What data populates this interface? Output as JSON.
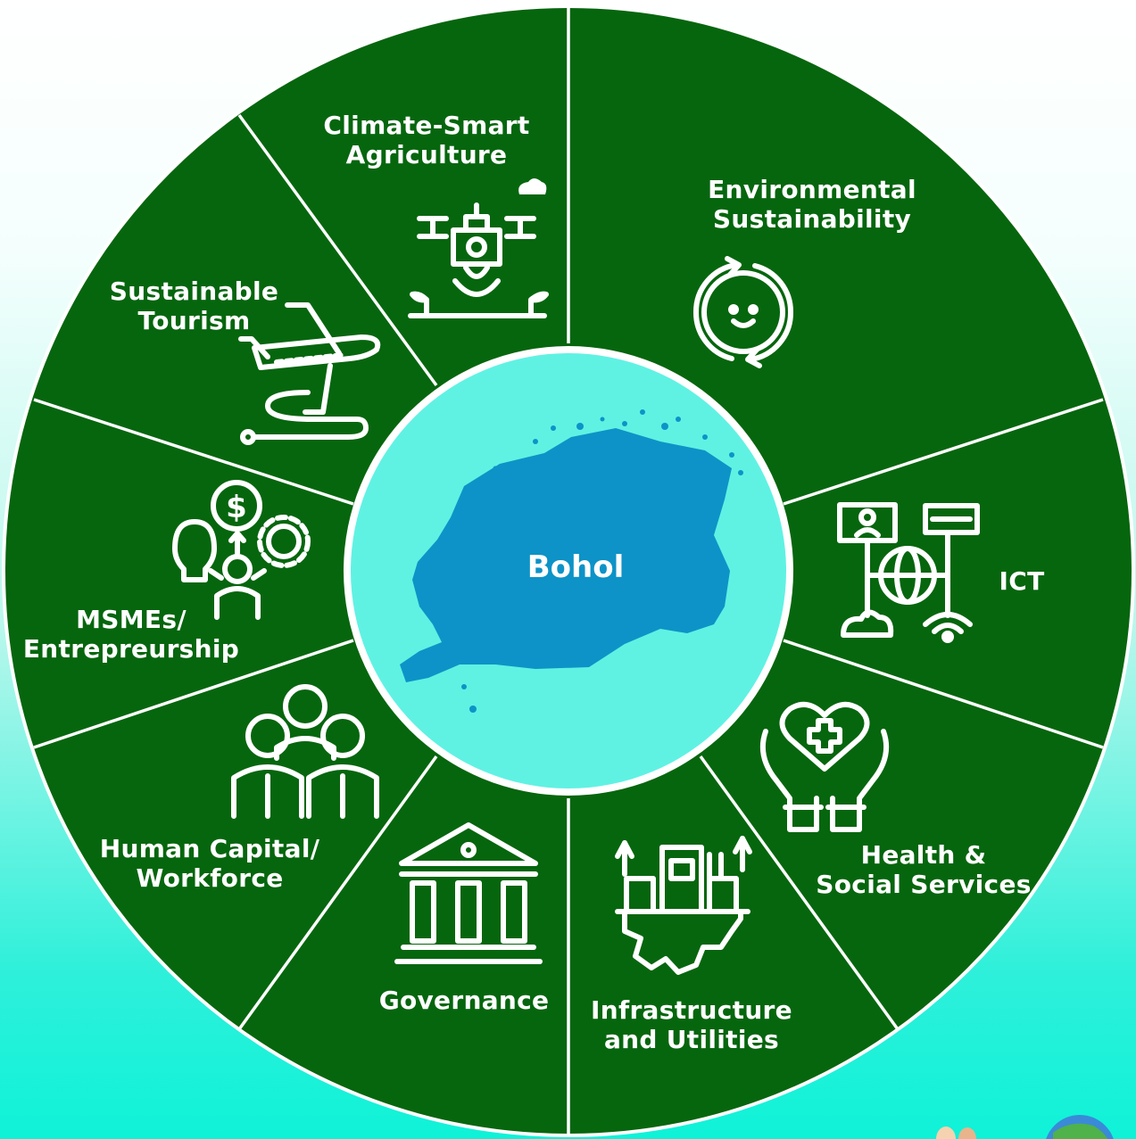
{
  "center": {
    "title": "Bohol"
  },
  "segments": [
    {
      "id": "climate",
      "lines": [
        "Climate-Smart",
        "Agriculture"
      ],
      "icon": "drone-agriculture-icon"
    },
    {
      "id": "environment",
      "lines": [
        "Environmental",
        "Sustainability"
      ],
      "icon": "earth-cycle-icon"
    },
    {
      "id": "ict",
      "lines": [
        "ICT"
      ],
      "icon": "network-globe-icon"
    },
    {
      "id": "health",
      "lines": [
        "Health &",
        "Social Services"
      ],
      "icon": "hands-heart-icon"
    },
    {
      "id": "infrastructure",
      "lines": [
        "Infrastructure",
        "and Utilities"
      ],
      "icon": "industry-gear-icon"
    },
    {
      "id": "governance",
      "lines": [
        "Governance"
      ],
      "icon": "government-building-icon"
    },
    {
      "id": "workforce",
      "lines": [
        "Human Capital/",
        "Workforce"
      ],
      "icon": "team-people-icon"
    },
    {
      "id": "msme",
      "lines": [
        "MSMEs/",
        "Entrepreurship"
      ],
      "icon": "entrepreneur-ideas-icon"
    },
    {
      "id": "tourism",
      "lines": [
        "Sustainable",
        "Tourism"
      ],
      "icon": "airplane-travel-icon"
    }
  ],
  "colors": {
    "segment_fill": "#06660e",
    "divider": "#ffffff",
    "center_fill": "#5ff2e3",
    "island_fill": "#0d93c7"
  }
}
